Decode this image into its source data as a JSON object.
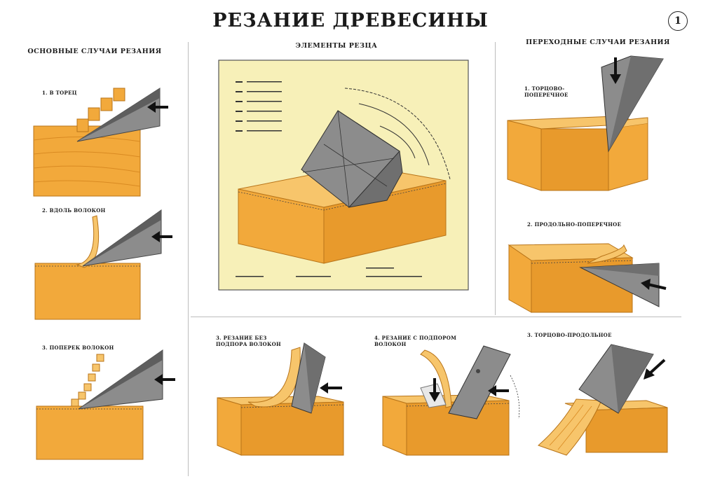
{
  "title": "РЕЗАНИЕ ДРЕВЕСИНЫ",
  "sheet_number": "1",
  "sections": {
    "basic": {
      "title": "ОСНОВНЫЕ СЛУЧАИ РЕЗАНИЯ",
      "items": [
        "1. В ТОРЕЦ",
        "2. ВДОЛЬ ВОЛОКОН",
        "3. ПОПЕРЕК ВОЛОКОН"
      ]
    },
    "elements": {
      "title": "ЭЛЕМЕНТЫ РЕЗЦА"
    },
    "transitional": {
      "title": "ПЕРЕХОДНЫЕ СЛУЧАИ РЕЗАНИЯ",
      "items": [
        "1. ТОРЦОВО-ПОПЕРЕЧНОЕ",
        "2. ПРОДОЛЬНО-ПОПЕРЕЧНОЕ",
        "3. ТОРЦОВО-ПРОДОЛЬНОЕ"
      ]
    },
    "bottom": {
      "items": [
        "3. РЕЗАНИЕ БЕЗ ПОДПОРА ВОЛОКОН",
        "4. РЕЗАНИЕ С ПОДПОРОМ ВОЛОКОН"
      ]
    }
  },
  "colors": {
    "wood": "#f2a93b",
    "wood_dark": "#d98a22",
    "wood_top": "#f7c56b",
    "steel": "#8c8c8c",
    "steel_dark": "#5e5e5e",
    "panel_bg": "#f7f0b8"
  }
}
